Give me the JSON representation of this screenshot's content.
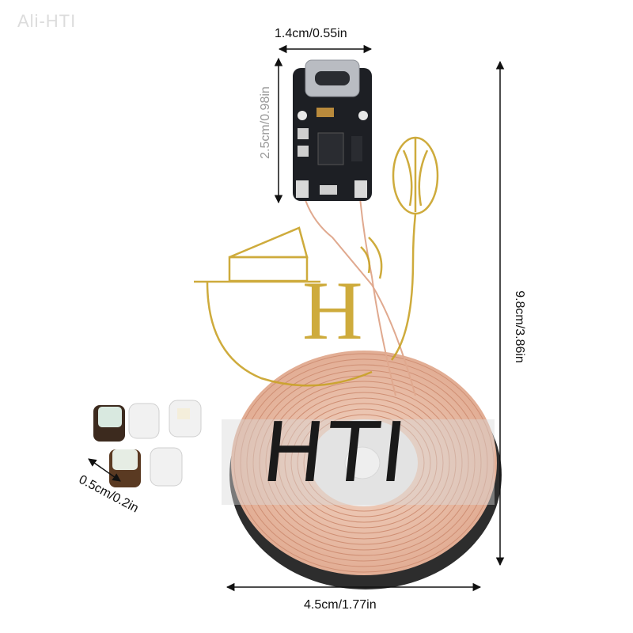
{
  "watermark": {
    "corner_text": "Ali-HTI",
    "logo_text": "HTI",
    "logo_monogram": "H",
    "logo_color": "#c9a227"
  },
  "dimensions": {
    "board_width": "1.4cm/0.55in",
    "board_height": "2.5cm/0.98in",
    "total_height": "9.8cm/3.86in",
    "coil_width": "4.5cm/1.77in",
    "led_size": "0.5cm/0.2in"
  },
  "colors": {
    "pcb": "#1b1d22",
    "copper_coil": "#e6b9a4",
    "coil_base": "#2b2b2b",
    "arrow": "#111111"
  }
}
